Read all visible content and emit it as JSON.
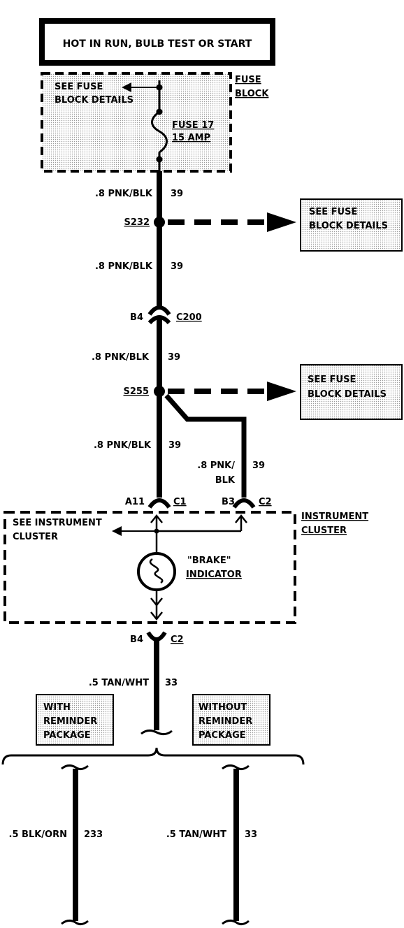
{
  "header": {
    "text": "HOT IN RUN, BULB TEST OR START"
  },
  "fuse_block": {
    "title_line1": "FUSE",
    "title_line2": "BLOCK",
    "see_line1": "SEE FUSE",
    "see_line2": "BLOCK DETAILS",
    "fuse_line1": "FUSE 17",
    "fuse_line2": "15 AMP"
  },
  "wires": {
    "w1_gauge": ".8 PNK/BLK",
    "w1_circuit": "39",
    "w2_gauge": ".8 PNK/BLK",
    "w2_circuit": "39",
    "w3_gauge": ".8 PNK/BLK",
    "w3_circuit": "39",
    "w4_gauge": ".8 PNK/BLK",
    "w4_circuit": "39",
    "w5_gauge_line1": ".8 PNK/",
    "w5_gauge_line2": "BLK",
    "w5_circuit": "39",
    "w6_gauge": ".5 TAN/WHT",
    "w6_circuit": "33",
    "w7_gauge": ".5 BLK/ORN",
    "w7_circuit": "233",
    "w8_gauge": ".5 TAN/WHT",
    "w8_circuit": "33"
  },
  "splices": {
    "s1": "S232",
    "s2": "S255"
  },
  "connectors": {
    "c200_pin": "B4",
    "c200": "C200",
    "c1_pin": "A11",
    "c1": "C1",
    "c2_pin": "B3",
    "c2": "C2",
    "c2b_pin": "B4",
    "c2b": "C2"
  },
  "see_boxes": {
    "box1_line1": "SEE FUSE",
    "box1_line2": "BLOCK DETAILS",
    "box2_line1": "SEE FUSE",
    "box2_line2": "BLOCK DETAILS"
  },
  "cluster": {
    "title_line1": "INSTRUMENT",
    "title_line2": "CLUSTER",
    "see_line1": "SEE INSTRUMENT",
    "see_line2": "CLUSTER",
    "indicator_line1": "\"BRAKE\"",
    "indicator_line2": "INDICATOR"
  },
  "options": {
    "with_line1": "WITH",
    "with_line2": "REMINDER",
    "with_line3": "PACKAGE",
    "without_line1": "WITHOUT",
    "without_line2": "REMINDER",
    "without_line3": "PACKAGE"
  }
}
